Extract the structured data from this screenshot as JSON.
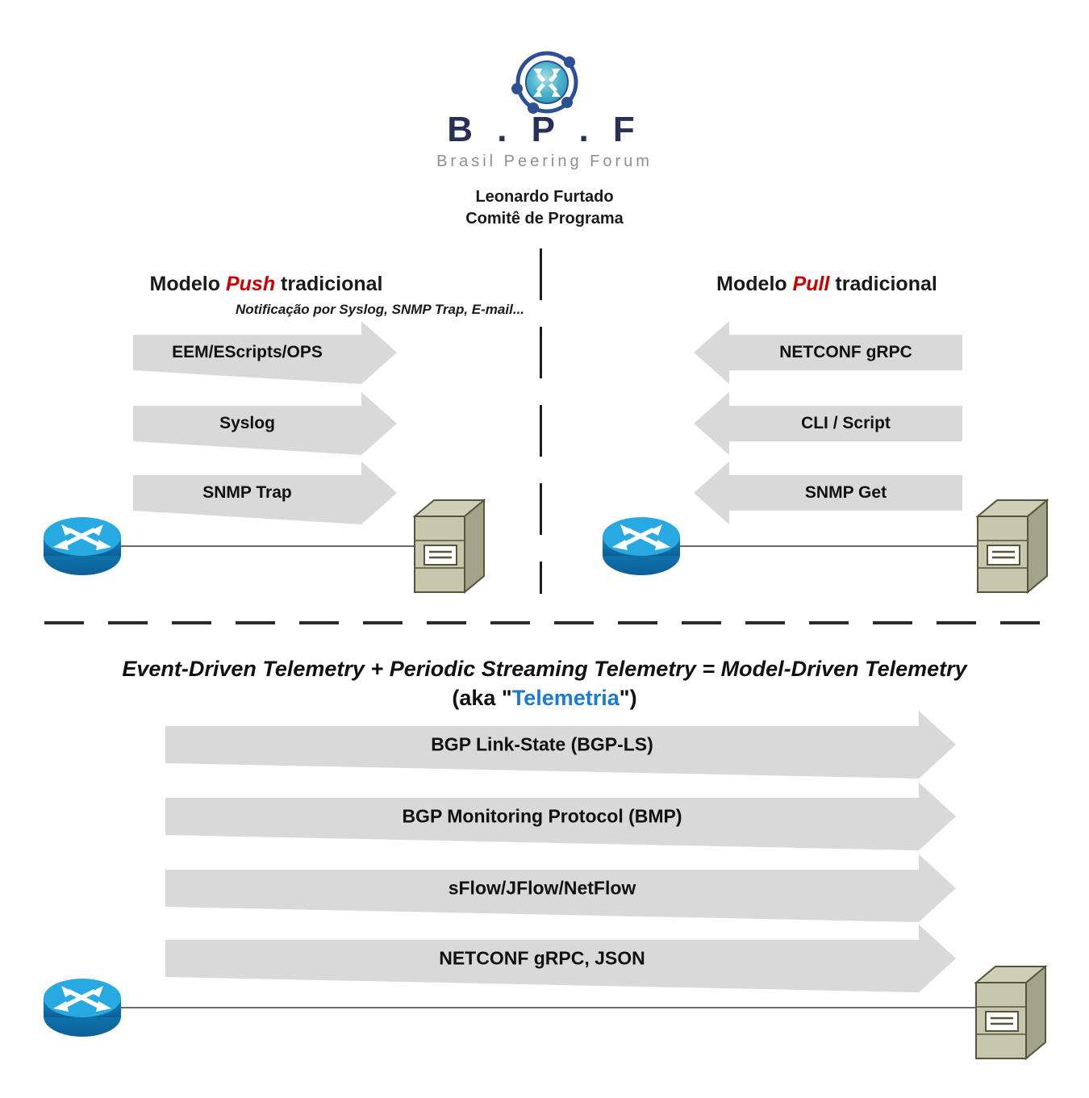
{
  "header": {
    "logo_title": "B . P . F",
    "logo_subtitle": "Brasil Peering Forum",
    "presenter_name": "Leonardo Furtado",
    "presenter_role": "Comitê de Programa"
  },
  "push_section": {
    "title_prefix": "Modelo ",
    "title_keyword": "Push",
    "title_suffix": " tradicional",
    "subtitle": "Notificação por Syslog, SNMP Trap, E-mail...",
    "arrows": [
      "EEM/EScripts/OPS",
      "Syslog",
      "SNMP Trap"
    ]
  },
  "pull_section": {
    "title_prefix": "Modelo ",
    "title_keyword": "Pull",
    "title_suffix": " tradicional",
    "arrows": [
      "NETCONF gRPC",
      "CLI / Script",
      "SNMP Get"
    ]
  },
  "telemetry_section": {
    "title": "Event-Driven Telemetry + Periodic Streaming Telemetry = Model-Driven Telemetry",
    "aka_prefix": "(aka \"",
    "aka_keyword": "Telemetria",
    "aka_suffix": "\")",
    "arrows": [
      "BGP Link-State (BGP-LS)",
      "BGP Monitoring Protocol (BMP)",
      "sFlow/JFlow/NetFlow",
      "NETCONF gRPC, JSON"
    ]
  },
  "colors": {
    "accent_red": "#cc0000",
    "link_blue": "#1a7ad6",
    "brand_navy": "#263059",
    "brand_gray": "#8f8f8f",
    "arrow_gray": "#d9d9d9",
    "router_blue_top": "#29a9e2",
    "router_blue_side": "#0e6ca6",
    "server_front": "#c7c7ae",
    "server_side": "#a3a387"
  },
  "icons": {
    "logo": "bpf-globe-icon",
    "router": "router-icon",
    "server": "server-icon"
  }
}
